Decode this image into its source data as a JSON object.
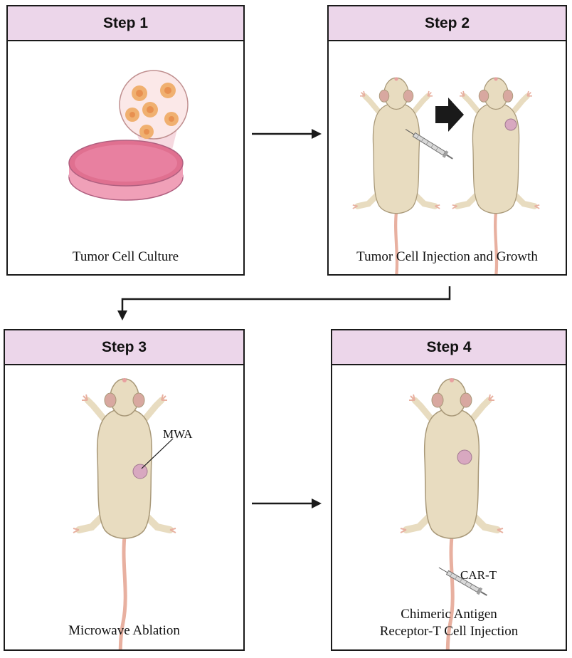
{
  "steps": [
    {
      "header": "Step 1",
      "caption": "Tumor Cell Culture"
    },
    {
      "header": "Step 2",
      "caption": "Tumor Cell Injection and Growth"
    },
    {
      "header": "Step 3",
      "caption": "Microwave Ablation",
      "annotation": "MWA"
    },
    {
      "header": "Step 4",
      "caption_line1": "Chimeric Antigen",
      "caption_line2": "Receptor-T Cell Injection",
      "annotation": "CAR-T"
    }
  ],
  "colors": {
    "header_bg": "#ecd6ea",
    "border": "#1a1a1a",
    "mouse_body": "#e8dcc0",
    "mouse_outline": "#a89878",
    "tail": "#e8b0a0",
    "tumor": "#d8a8c0",
    "dish_fill": "#e07090",
    "cell": "#f0b070"
  }
}
